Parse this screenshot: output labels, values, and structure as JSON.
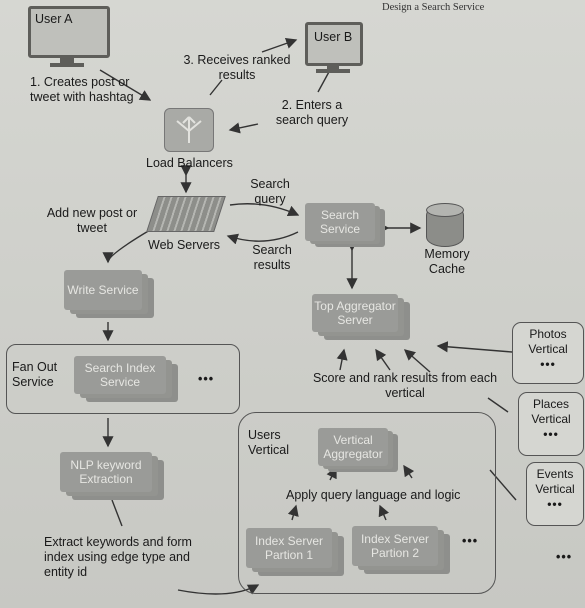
{
  "header": "Design a Search Service",
  "nodes": {
    "user_a": "User A",
    "user_b": "User B",
    "load_balancers": "Load Balancers",
    "web_servers": "Web Servers",
    "search_service": "Search Service",
    "memory_cache": "Memory Cache",
    "write_service": "Write Service",
    "fan_out_service": "Fan Out Service",
    "search_index_service": "Search Index Service",
    "nlp_keyword_extraction": "NLP keyword Extraction",
    "top_aggregator_server": "Top Aggregator Server",
    "users_vertical": "Users Vertical",
    "vertical_aggregator": "Vertical Aggregator",
    "index_server_1": "Index Server Partion 1",
    "index_server_2": "Index Server Partion 2",
    "photos_vertical": "Photos Vertical",
    "places_vertical": "Places Vertical",
    "events_vertical": "Events Vertical",
    "ellipsis": "•••"
  },
  "labels": {
    "creates_post": "1. Creates post or tweet with hashtag",
    "enters_query": "2. Enters a search query",
    "receives_results": "3. Receives ranked results",
    "add_new_post": "Add new post or tweet",
    "search_query": "Search query",
    "search_results": "Search results",
    "score_rank": "Score and rank results from each vertical",
    "apply_query": "Apply query language and logic",
    "extract_keywords": "Extract keywords and form index using edge type and entity id"
  }
}
